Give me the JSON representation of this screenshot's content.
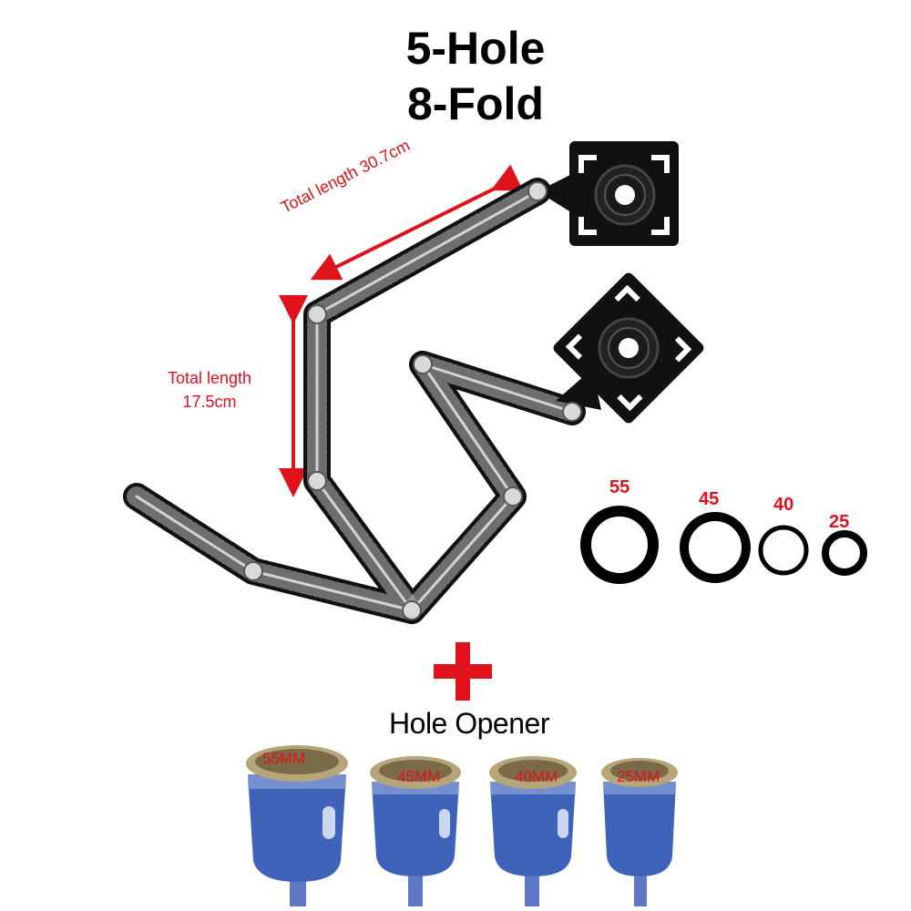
{
  "title": {
    "line1": "5-Hole",
    "line2": "8-Fold"
  },
  "length_labels": {
    "horizontal": "Total length 30.7cm",
    "vertical_line1": "Total length",
    "vertical_line2": "17.5cm"
  },
  "rings": [
    {
      "label": "55"
    },
    {
      "label": "45"
    },
    {
      "label": "40"
    },
    {
      "label": "25"
    }
  ],
  "hole_opener": {
    "label": "Hole Opener"
  },
  "drill_bits": [
    {
      "label": "55MM"
    },
    {
      "label": "45MM"
    },
    {
      "label": "40MM"
    },
    {
      "label": "25MM"
    }
  ],
  "colors": {
    "accent_red": "#e0121b",
    "tool_black": "#111111",
    "bit_blue": "#3f63b8"
  }
}
